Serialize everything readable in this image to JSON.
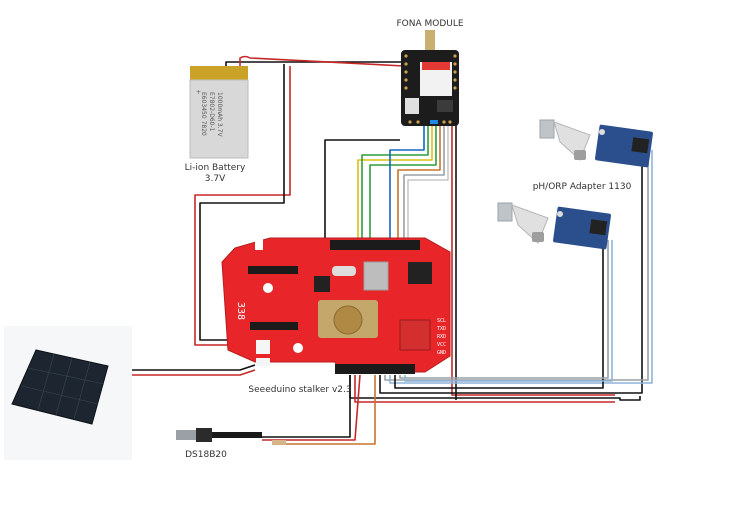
{
  "labels": {
    "fona": "FONA MODULE",
    "battery_line1": "Li-ion Battery",
    "battery_line2": "3.7V",
    "ph_adapter": "pH/ORP Adapter 1130",
    "stalker": "Seeeduino stalker v2.3",
    "ds18b20": "DS18B20"
  },
  "battery_print": {
    "l1": "E603450 7820",
    "l2": "E7802-D60-1",
    "l3": "1000mAh 3.7V"
  },
  "board_print": {
    "model": "338",
    "pins": [
      "SCL",
      "TXD",
      "RXD",
      "VCC",
      "GND"
    ]
  },
  "colors": {
    "board": "#e8262a",
    "wire_black": "#111111",
    "wire_red": "#c62828",
    "wire_blue": "#1565c0",
    "wire_green": "#2e9e3a",
    "wire_yellow": "#d9c11a",
    "wire_orange": "#c8742a",
    "wire_gray": "#9aa0a6",
    "wire_lightblue": "#8fb4d9",
    "adapter_blue": "#2a4f8c"
  }
}
